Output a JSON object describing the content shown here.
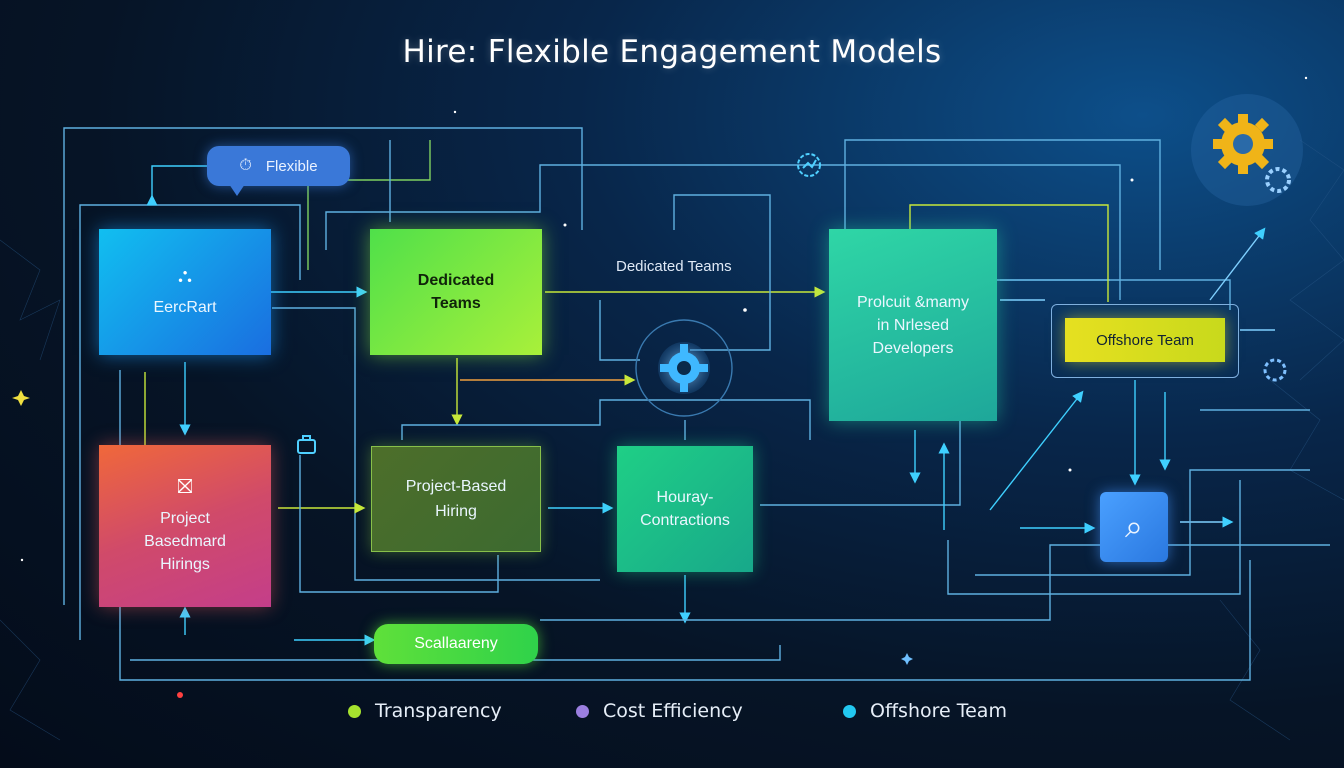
{
  "title": "Hire: Flexible Engagement Models",
  "nodes": {
    "enterprise": "EercRart",
    "dedicated": "Dedicated\nTeams",
    "dedicated_floating": "Dedicated Teams",
    "product": "Prolcuit &mamy\nin Nrlesed\nDevelopers",
    "offshore": "Offshore Team",
    "project_based": "Project\nBasedmard\nHirings",
    "project_hiring": "Project-Based\nHiring",
    "hourly": "Houray-\nContractions"
  },
  "pills": {
    "flexible": "Flexible",
    "scalability": "Scallaareny"
  },
  "legend": [
    {
      "label": "Transparency",
      "color": "#a6e22e"
    },
    {
      "label": "Cost Efficiency",
      "color": "#9b7fe0"
    },
    {
      "label": "Offshore Team",
      "color": "#22c8f0"
    }
  ],
  "icons": {
    "enterprise": "hierarchy-icon",
    "project_based": "gift-icon",
    "flexible": "clock-icon",
    "hub": "gear-icon",
    "corner": "gears-icon",
    "search": "search-icon"
  }
}
